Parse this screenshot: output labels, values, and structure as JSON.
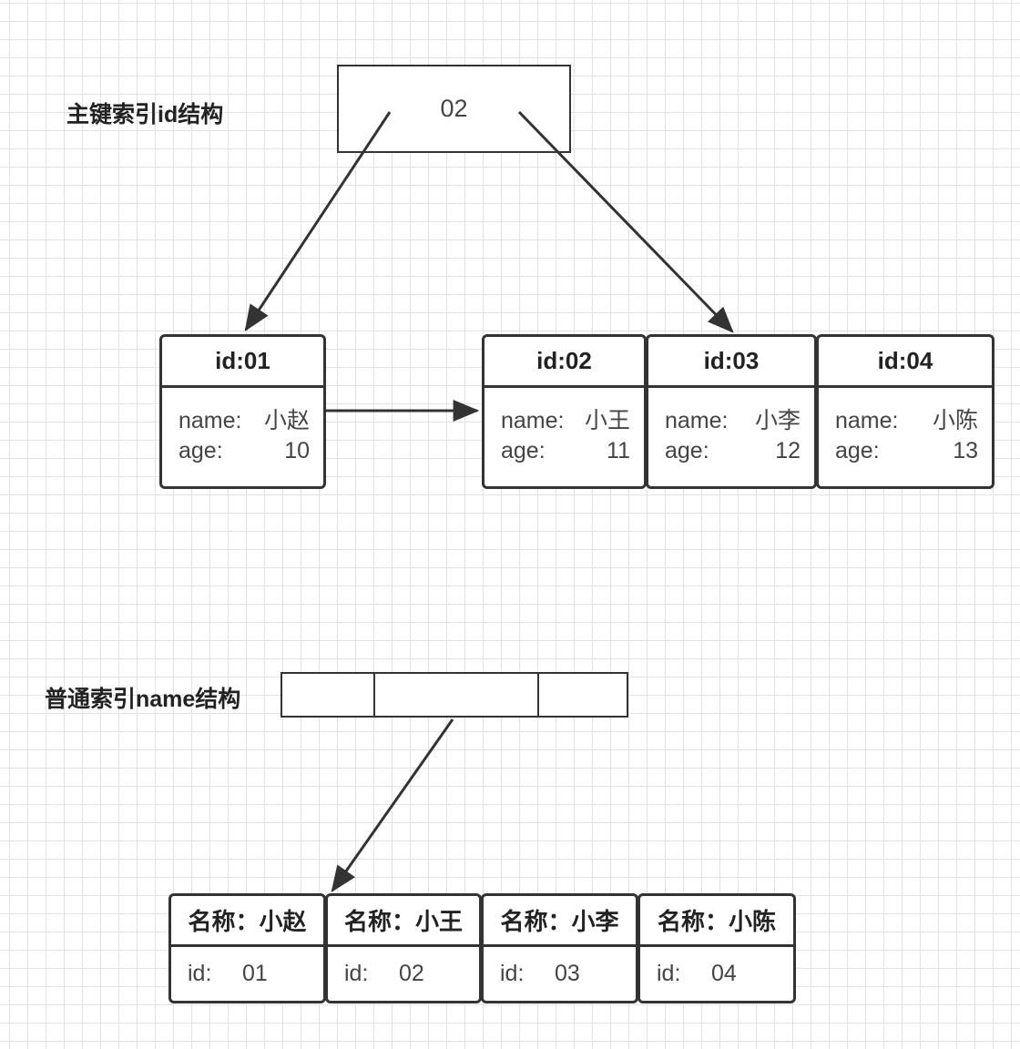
{
  "primary": {
    "title": "主键索引id结构",
    "root_label": "02",
    "records": [
      {
        "header": "id:01",
        "name_label": "name:",
        "name_value": "小赵",
        "age_label": "age:",
        "age_value": "10"
      },
      {
        "header": "id:02",
        "name_label": "name:",
        "name_value": "小王",
        "age_label": "age:",
        "age_value": "11"
      },
      {
        "header": "id:03",
        "name_label": "name:",
        "name_value": "小李",
        "age_label": "age:",
        "age_value": "12"
      },
      {
        "header": "id:04",
        "name_label": "name:",
        "name_value": "小陈",
        "age_label": "age:",
        "age_value": "13"
      }
    ]
  },
  "secondary": {
    "title": "普通索引name结构",
    "records": [
      {
        "header": "名称：小赵",
        "id_label": "id:",
        "id_value": "01"
      },
      {
        "header": "名称：小王",
        "id_label": "id:",
        "id_value": "02"
      },
      {
        "header": "名称：小李",
        "id_label": "id:",
        "id_value": "03"
      },
      {
        "header": "名称：小陈",
        "id_label": "id:",
        "id_value": "04"
      }
    ]
  },
  "colors": {
    "stroke": "#333333",
    "grid": "#e2e2e2",
    "background": "#ffffff"
  }
}
